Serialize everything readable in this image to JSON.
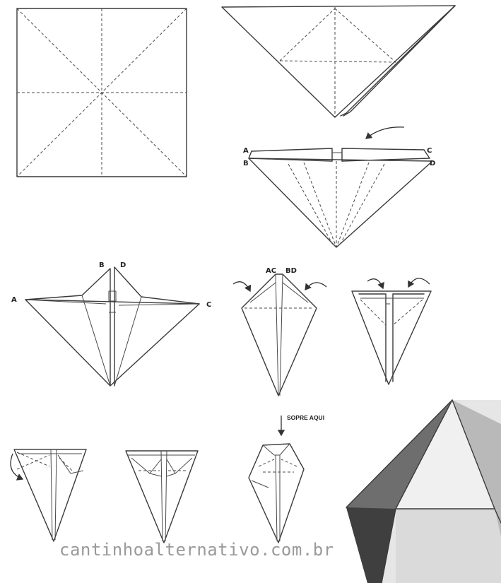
{
  "labels": {
    "a": "A",
    "b": "B",
    "c": "C",
    "d": "D",
    "ac": "AC",
    "bd": "BD"
  },
  "instructions": {
    "press_here": "SOPRE AQUI"
  },
  "watermark": {
    "text": "cantinhoalternativo.com.br"
  },
  "colors": {
    "line": "#3a3a3a",
    "watermark": "#9a9a9a",
    "model_dark": "#6e6e6e",
    "model_mid": "#b9b9b9",
    "model_light": "#e6e6e6"
  }
}
